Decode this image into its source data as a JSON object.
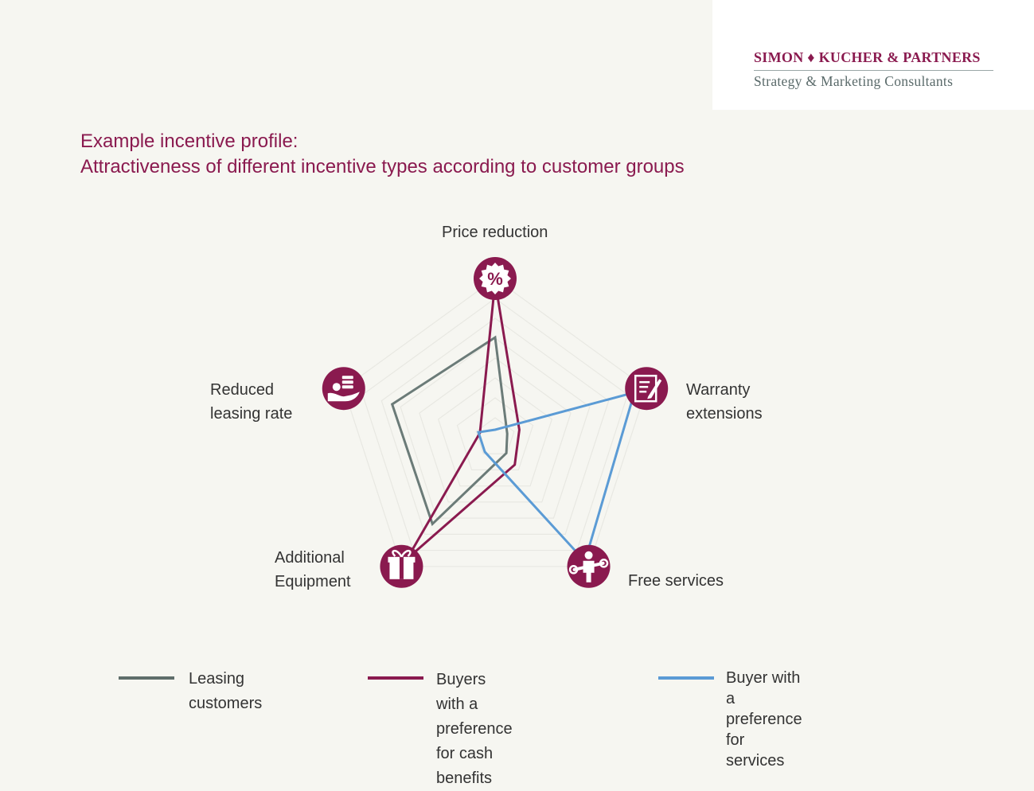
{
  "header": {
    "brand": "SIMON ♦ KUCHER & PARTNERS",
    "tagline": "Strategy & Marketing Consultants"
  },
  "title": {
    "line1": "Example incentive profile:",
    "line2": "Attractiveness of different incentive types according to customer groups"
  },
  "colors": {
    "accent": "#8a1a4f",
    "leasing": "#6b7b78",
    "cash": "#8a1a4f",
    "services": "#5b9bd5",
    "grid": "#e8e8e2",
    "background": "#f6f6f1"
  },
  "chart_data": {
    "type": "radar",
    "title": "Example incentive profile: Attractiveness of different incentive types according to customer groups",
    "axes": [
      {
        "label": "Price reduction",
        "icon": "percent-badge-icon"
      },
      {
        "label": "Warranty extensions",
        "icon": "certificate-icon"
      },
      {
        "label": "Free services",
        "icon": "mechanic-wrench-icon"
      },
      {
        "label": "Additional Equipment",
        "icon": "gift-icon"
      },
      {
        "label": "Reduced leasing rate",
        "icon": "hand-coins-icon"
      }
    ],
    "scale": [
      0,
      10
    ],
    "grid_levels": 8,
    "series": [
      {
        "name": "Leasing customers",
        "values": [
          6.3,
          0.8,
          1.2,
          6.7,
          6.8
        ]
      },
      {
        "name": "Buyers with a preference for cash benefits",
        "values": [
          9.8,
          1.6,
          2.1,
          9.4,
          1.0
        ]
      },
      {
        "name": "Buyer with a preference for services",
        "values": [
          0.5,
          9.2,
          9.6,
          1.1,
          1.1
        ]
      }
    ],
    "legend": "bottom"
  },
  "legend": [
    {
      "label": "Leasing customers"
    },
    {
      "label": "Buyers with a preference\nfor cash benefits"
    },
    {
      "label": "Buyer with a preference\nfor services"
    }
  ]
}
